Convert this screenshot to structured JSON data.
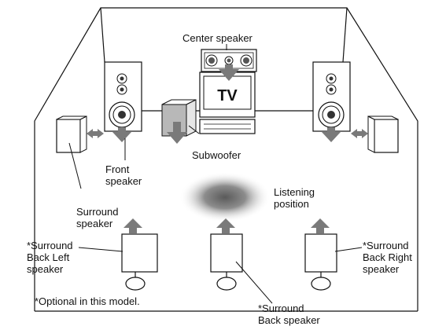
{
  "labels": {
    "center": "Center speaker",
    "tv": "TV",
    "subwoofer": "Subwoofer",
    "front": [
      "Front",
      "speaker"
    ],
    "listening": [
      "Listening",
      "position"
    ],
    "surround": [
      "Surround",
      "speaker"
    ],
    "back_left": [
      "*Surround",
      "Back Left",
      "speaker"
    ],
    "back_right": [
      "*Surround",
      "Back Right",
      "speaker"
    ],
    "back": [
      "*Surround",
      "Back speaker"
    ],
    "note": "*Optional in this model."
  },
  "colors": {
    "line": "#111111",
    "arrow": "#7a7a7a",
    "subwoofer_front": "#b8b8b8",
    "listening_center": "#6a6a6a"
  }
}
